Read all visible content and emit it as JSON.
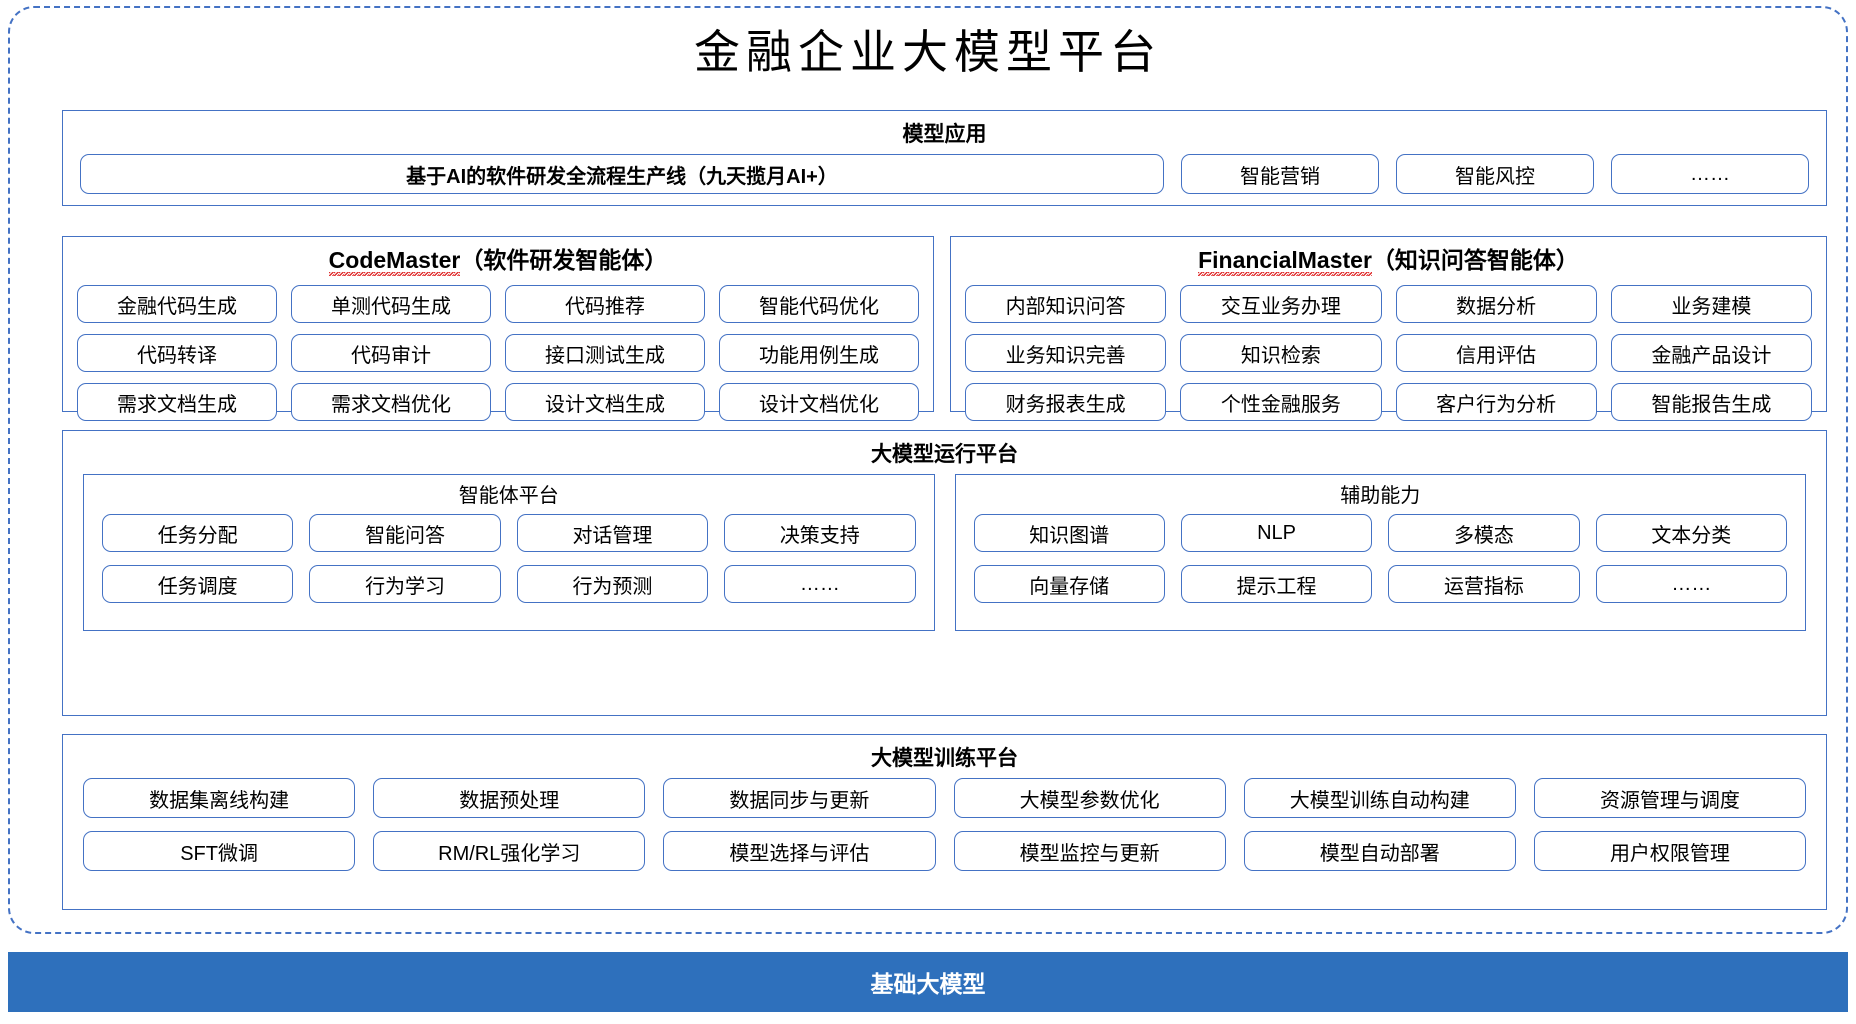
{
  "page": {
    "title": "金融企业大模型平台",
    "accent_color": "#4472C4",
    "base_bar_color": "#2E70BC",
    "spellcheck_underline_color": "#E03030"
  },
  "model_application": {
    "title": "模型应用",
    "primary": "基于AI的软件研发全流程生产线（九天揽月AI+）",
    "items": [
      "智能营销",
      "智能风控",
      "……"
    ]
  },
  "agents": [
    {
      "name": "CodeMaster",
      "suffix": "（软件研发智能体）",
      "rows": [
        [
          "金融代码生成",
          "单测代码生成",
          "代码推荐",
          "智能代码优化"
        ],
        [
          "代码转译",
          "代码审计",
          "接口测试生成",
          "功能用例生成"
        ],
        [
          "需求文档生成",
          "需求文档优化",
          "设计文档生成",
          "设计文档优化"
        ]
      ]
    },
    {
      "name": "FinancialMaster",
      "suffix": "（知识问答智能体）",
      "rows": [
        [
          "内部知识问答",
          "交互业务办理",
          "数据分析",
          "业务建模"
        ],
        [
          "业务知识完善",
          "知识检索",
          "信用评估",
          "金融产品设计"
        ],
        [
          "财务报表生成",
          "个性金融服务",
          "客户行为分析",
          "智能报告生成"
        ]
      ]
    }
  ],
  "runtime_platform": {
    "title": "大模型运行平台",
    "sub_panels": [
      {
        "title": "智能体平台",
        "rows": [
          [
            "任务分配",
            "智能问答",
            "对话管理",
            "决策支持"
          ],
          [
            "任务调度",
            "行为学习",
            "行为预测",
            "……"
          ]
        ]
      },
      {
        "title": "辅助能力",
        "rows": [
          [
            "知识图谱",
            "NLP",
            "多模态",
            "文本分类"
          ],
          [
            "向量存储",
            "提示工程",
            "运营指标",
            "……"
          ]
        ]
      }
    ]
  },
  "training_platform": {
    "title": "大模型训练平台",
    "rows": [
      [
        "数据集离线构建",
        "数据预处理",
        "数据同步与更新",
        "大模型参数优化",
        "大模型训练自动构建",
        "资源管理与调度"
      ],
      [
        "SFT微调",
        "RM/RL强化学习",
        "模型选择与评估",
        "模型监控与更新",
        "模型自动部署",
        "用户权限管理"
      ]
    ]
  },
  "base_model": {
    "label": "基础大模型"
  }
}
